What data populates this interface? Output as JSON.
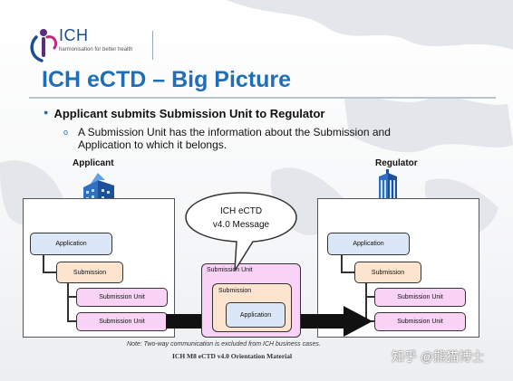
{
  "logo": {
    "name": "ICH",
    "tagline": "harmonisation for better health"
  },
  "slide": {
    "title": "ICH eCTD – Big Picture",
    "bullet_main": "Applicant submits Submission Unit to Regulator",
    "bullet_sub": "A Submission Unit has the information about the Submission and Application to which it belongs."
  },
  "diagram": {
    "applicant_label": "Applicant",
    "regulator_label": "Regulator",
    "message_line1": "ICH eCTD",
    "message_line2": "v4.0 Message",
    "left": {
      "application": "Application",
      "submission": "Submission",
      "submission_unit_1": "Submission Unit",
      "submission_unit_2": "Submission Unit"
    },
    "middle": {
      "submission_unit": "Submission Unit",
      "submission": "Submission",
      "application": "Application"
    },
    "right": {
      "application": "Application",
      "submission": "Submission",
      "submission_unit_1": "Submission Unit",
      "submission_unit_2": "Submission Unit"
    }
  },
  "note": "Note: Two-way communication is excluded from ICH business cases.",
  "footer": "ICH M8 eCTD v4.0 Orientation Material",
  "watermark": "知乎 @熊猫博士",
  "colors": {
    "title_blue": "#1f6fb8",
    "application_fill": "#dbe7f6",
    "submission_fill": "#fde4cf",
    "submission_unit_fill": "#f9d3f6"
  }
}
